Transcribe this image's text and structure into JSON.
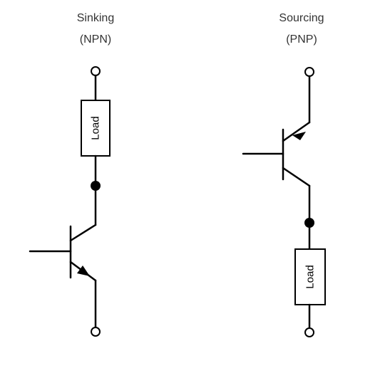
{
  "sinking": {
    "title": "Sinking",
    "subtitle": "(NPN)",
    "load_label": "Load",
    "transistor_type": "NPN",
    "terminal_count": 2,
    "node_count": 1
  },
  "sourcing": {
    "title": "Sourcing",
    "subtitle": "(PNP)",
    "load_label": "Load",
    "transistor_type": "PNP",
    "terminal_count": 2,
    "node_count": 1
  },
  "colors": {
    "line": "#000000",
    "title_text": "#333333",
    "background": "#ffffff"
  }
}
